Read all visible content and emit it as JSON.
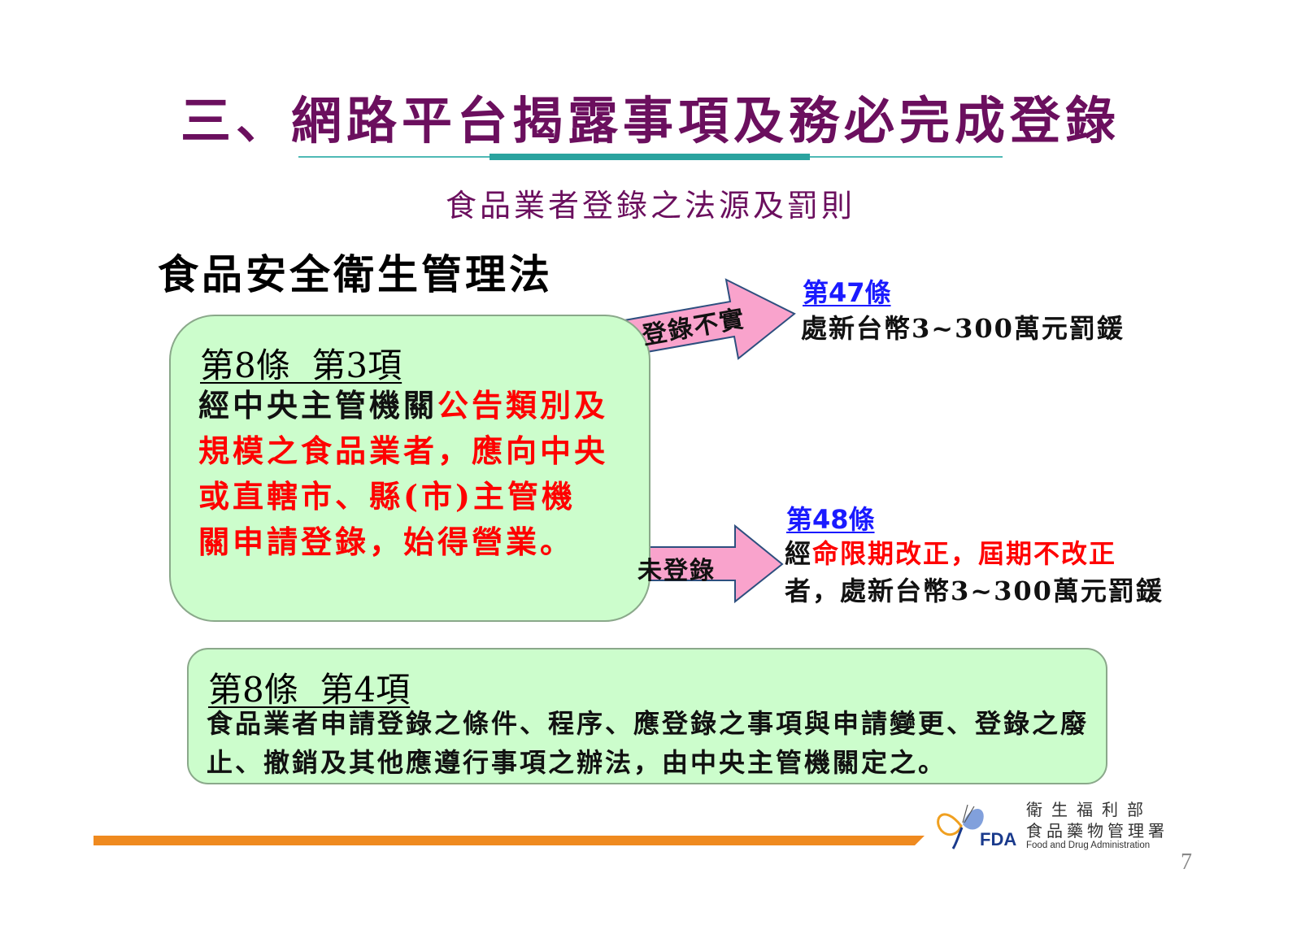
{
  "slide": {
    "title": "三、網路平台揭露事項及務必完成登錄",
    "subtitle": "食品業者登錄之法源及罰則",
    "law_name": "食品安全衛生管理法"
  },
  "article_8_3": {
    "heading": "第8條  第3項",
    "body_normal": "經中央主管機關",
    "body_highlight": "公告類別及規模之食品業者，應向中央或直轄市、縣(市)主管機關申請登錄，始得營業。"
  },
  "arrows": {
    "false_registration": "登錄不實",
    "unregistered": "未登錄"
  },
  "article_47": {
    "title": "第47條",
    "text": "處新台幣3~300萬元罰鍰"
  },
  "article_48": {
    "title": "第48條",
    "text_prefix": "經",
    "text_highlight": "命限期改正，屆期不改正",
    "text_suffix": "者，處新台幣3~300萬元罰鍰"
  },
  "article_8_4": {
    "heading": "第8條  第4項",
    "body": "食品業者申請登錄之條件、程序、應登錄之事項與申請變更、登錄之廢止、撤銷及其他應遵行事項之辦法，由中央主管機關定之。"
  },
  "footer": {
    "logo_ministry": "衛生福利部",
    "logo_agency": "食品藥物管理署",
    "logo_abbr": "FDA",
    "logo_english": "Food and Drug Administration",
    "page_number": "7"
  },
  "colors": {
    "title": "#6b0f5e",
    "box_fill": "#ccfdcc",
    "arrow_fill": "#f9a3cc",
    "highlight": "#ff0000",
    "article_link": "#1a1aff",
    "footer_bar": "#ef8a1f",
    "accent_line": "#2aa39f"
  }
}
